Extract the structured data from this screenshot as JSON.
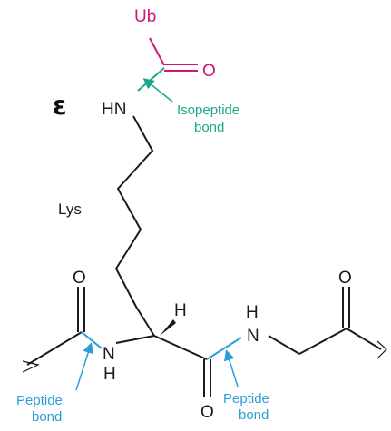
{
  "labels": {
    "epsilon": "ε",
    "ubiquitin": "Ub",
    "carbonyl_oxygen_ub": "O",
    "amine_epsilon": "HN",
    "isopeptide_line1": "Isopeptide",
    "isopeptide_line2": "bond",
    "lysine": "Lys",
    "hydrogen_alpha": "H",
    "carbonyl_oxygen_left": "O",
    "carbonyl_oxygen_right": "O",
    "carbonyl_oxygen_center": "O",
    "amide_n_left": "N",
    "amide_h_left": "H",
    "amide_h_right": "H",
    "amide_n_right": "N",
    "peptide_left_line1": "Peptide",
    "peptide_left_line2": "bond",
    "peptide_right_line1": "Peptide",
    "peptide_right_line2": "bond"
  },
  "colors": {
    "ubiquitin": "#d4147a",
    "isopeptide": "#1aa88a",
    "peptide": "#2a9fd6",
    "bonds": "#1a1a1a"
  }
}
